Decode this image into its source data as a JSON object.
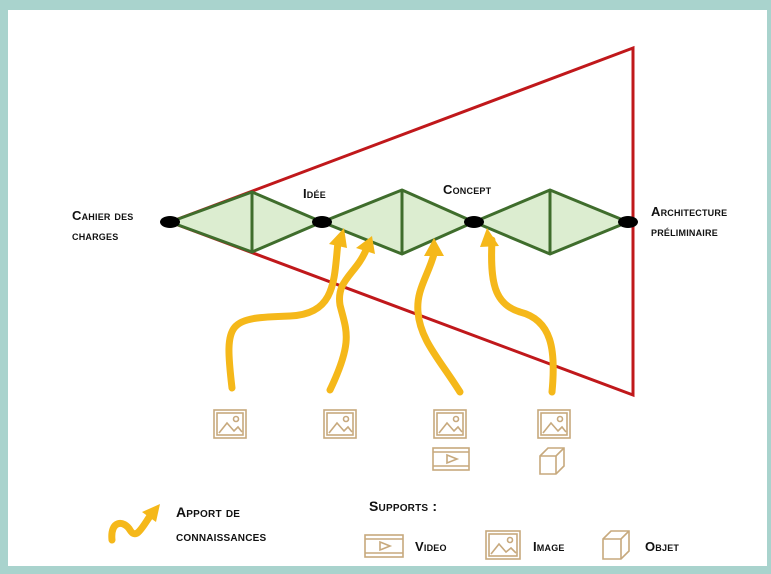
{
  "stages": {
    "start": [
      "Cahier des",
      "charges"
    ],
    "idea": "Idée",
    "concept": "Concept",
    "end": [
      "Architecture",
      "préliminaire"
    ]
  },
  "legend": {
    "knowledge": [
      "Apport de",
      "connaissances"
    ],
    "supports_title": "Supports :",
    "video": "Video",
    "image": "Image",
    "object": "Objet"
  },
  "colors": {
    "funnel_outline": "#c0181b",
    "diamond_fill": "#dcedd0",
    "diamond_stroke": "#3f6d2c",
    "arrow": "#f5b81a",
    "icon": "#c7a97d",
    "node": "#000000"
  },
  "icons": {
    "inputs": [
      [
        "image-icon"
      ],
      [
        "image-icon"
      ],
      [
        "image-icon",
        "video-icon"
      ],
      [
        "image-icon",
        "object-icon"
      ]
    ]
  }
}
